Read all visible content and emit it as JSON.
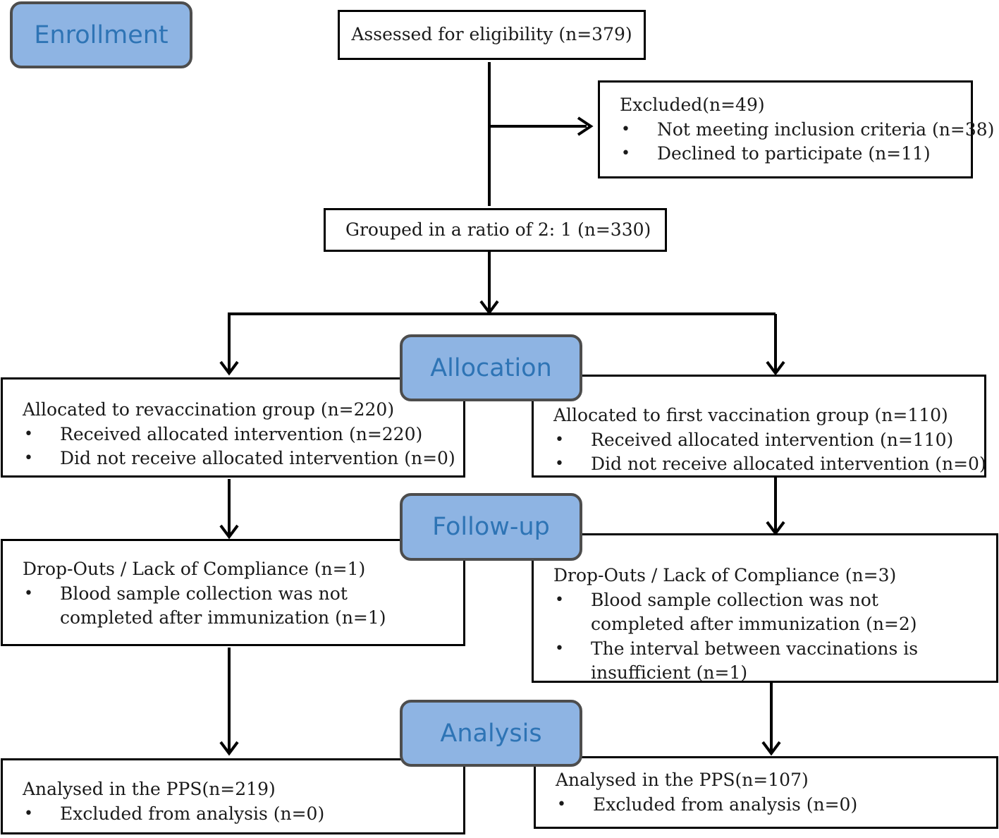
{
  "stages": {
    "enrollment": "Enrollment",
    "allocation": "Allocation",
    "follow_up": "Follow-up",
    "analysis": "Analysis"
  },
  "assessed": {
    "text": "Assessed for eligibility (n=379)"
  },
  "excluded": {
    "title": "Excluded(n=49)",
    "items": [
      "Not meeting inclusion criteria (n=38)",
      "Declined to participate (n=11)"
    ]
  },
  "grouped": {
    "text": "Grouped in a ratio of 2: 1 (n=330)"
  },
  "revaccination": {
    "allocated": {
      "title": "Allocated to revaccination group (n=220)",
      "items": [
        "Received allocated intervention (n=220)",
        "Did not receive allocated intervention (n=0)"
      ]
    },
    "follow_up": {
      "title": "Drop-Outs / Lack of Compliance (n=1)",
      "items": [
        "Blood sample collection was not completed after immunization (n=1)"
      ]
    },
    "analysis": {
      "title": "Analysed in the PPS(n=219)",
      "items": [
        "Excluded from analysis (n=0)"
      ]
    }
  },
  "first_vaccination": {
    "allocated": {
      "title": "Allocated to first vaccination group (n=110)",
      "items": [
        "Received allocated intervention (n=110)",
        "Did not receive allocated intervention (n=0)"
      ]
    },
    "follow_up": {
      "title": "Drop-Outs / Lack of Compliance (n=3)",
      "items": [
        "Blood sample collection was not completed after immunization (n=2)",
        "The interval between vaccinations is insufficient (n=1)"
      ]
    },
    "analysis": {
      "title": "Analysed in the PPS(n=107)",
      "items": [
        "Excluded from analysis (n=0)"
      ]
    }
  },
  "colors": {
    "stage_fill": "#8eb4e3",
    "stage_text": "#2e74b5",
    "stage_border": "#4d4d4d",
    "box_border": "#000000"
  }
}
